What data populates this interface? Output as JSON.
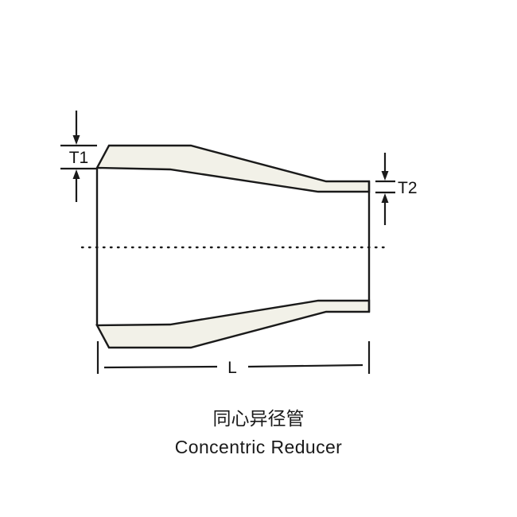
{
  "figure": {
    "background_color": "#ffffff",
    "line_color": "#1a1a1a",
    "wall_fill_color": "#f2f1e8",
    "body_fill_color": "#ffffff"
  },
  "dimensions": {
    "t1": {
      "label": "T1",
      "meaning": "wall-thickness-large-end"
    },
    "t2": {
      "label": "T2",
      "meaning": "wall-thickness-small-end"
    },
    "length": {
      "label": "L",
      "meaning": "overall-length"
    }
  },
  "caption": {
    "chinese": "同心异径管",
    "english": "Concentric Reducer"
  },
  "icons": {
    "arrow_down": "arrow-down-icon",
    "arrow_up": "arrow-up-icon",
    "centerline": "centerline-dotted-icon"
  }
}
